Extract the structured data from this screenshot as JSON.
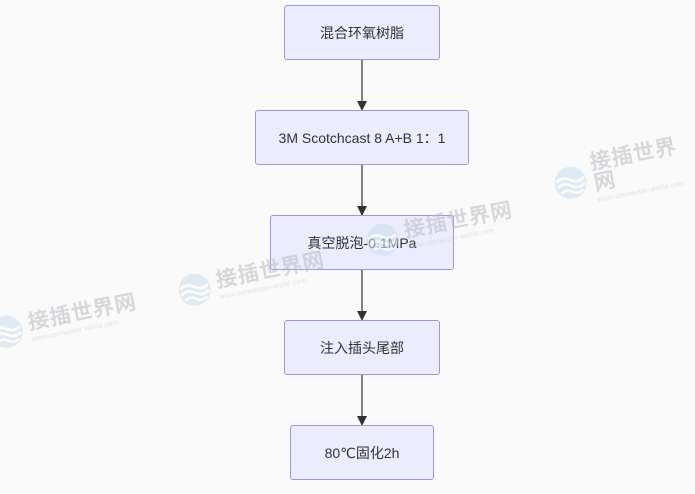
{
  "flowchart": {
    "nodes": [
      {
        "id": "n1",
        "label": "混合环氧树脂"
      },
      {
        "id": "n2",
        "label": "3M Scotchcast 8 A+B 1：1"
      },
      {
        "id": "n3",
        "label": "真空脱泡-0.1MPa"
      },
      {
        "id": "n4",
        "label": "注入插头尾部"
      },
      {
        "id": "n5",
        "label": "80℃固化2h"
      }
    ],
    "edges": [
      {
        "from": "n1",
        "to": "n2"
      },
      {
        "from": "n2",
        "to": "n3"
      },
      {
        "from": "n3",
        "to": "n4"
      },
      {
        "from": "n4",
        "to": "n5"
      }
    ],
    "colors": {
      "node_fill": "#ececff",
      "node_border": "#a693dc",
      "edge": "#333333",
      "background": "#fafafa"
    }
  },
  "watermark": {
    "brand": "接插世界网",
    "url": "www.connector-world.com",
    "icon": "wave-globe-icon"
  }
}
